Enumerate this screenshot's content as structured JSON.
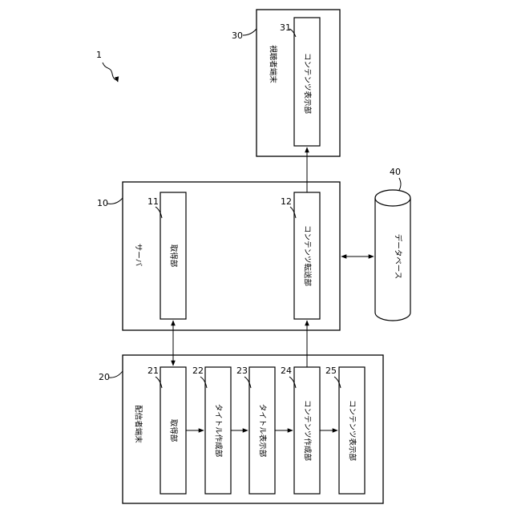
{
  "system": {
    "ref": "1"
  },
  "viewer_terminal": {
    "ref": "30",
    "label": "視聴者端末",
    "blocks": [
      {
        "ref": "31",
        "label": "コンテンツ表示部"
      }
    ]
  },
  "server": {
    "ref": "10",
    "label": "サーバ",
    "blocks": [
      {
        "ref": "11",
        "label": "取得部"
      },
      {
        "ref": "12",
        "label": "コンテンツ転送部"
      }
    ]
  },
  "database": {
    "ref": "40",
    "label": "データベース"
  },
  "distributor_terminal": {
    "ref": "20",
    "label": "配信者端末",
    "blocks": [
      {
        "ref": "21",
        "label": "取得部"
      },
      {
        "ref": "22",
        "label": "タイトル作成部"
      },
      {
        "ref": "23",
        "label": "タイトル表示部"
      },
      {
        "ref": "24",
        "label": "コンテンツ作成部"
      },
      {
        "ref": "25",
        "label": "コンテンツ表示部"
      }
    ]
  }
}
